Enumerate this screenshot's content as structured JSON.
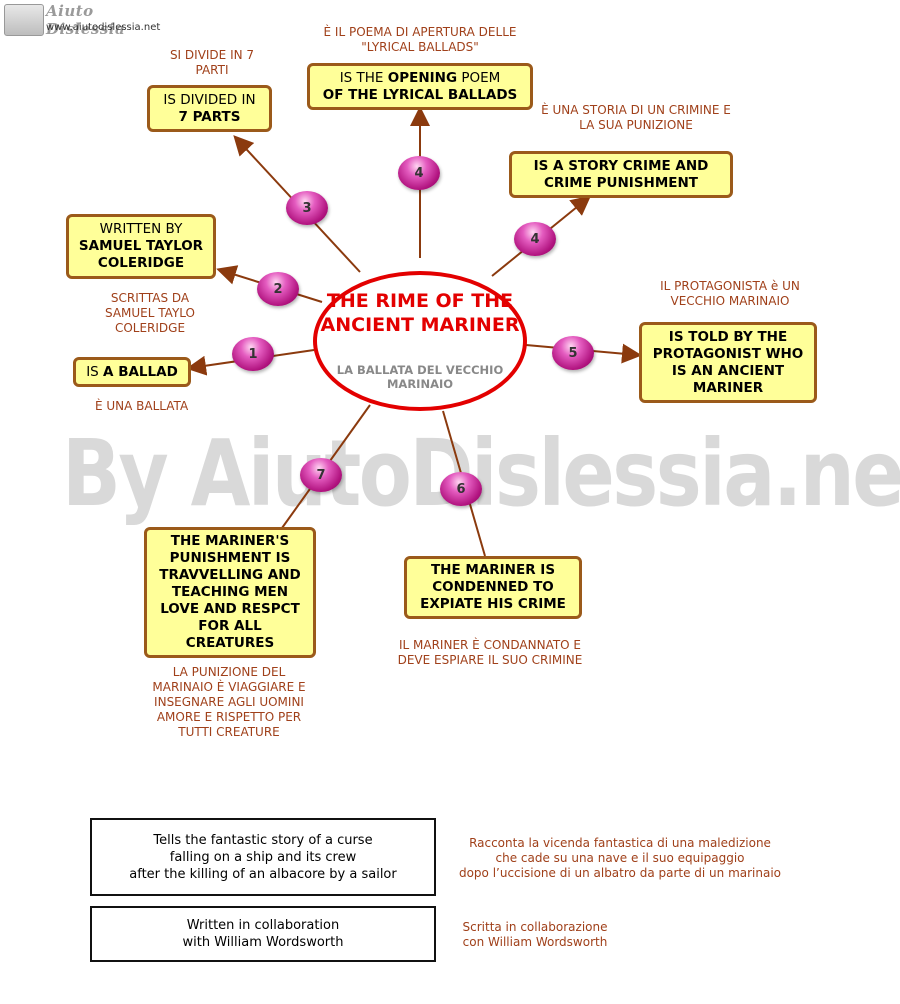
{
  "logo": {
    "title": "Aiuto Dislessia",
    "url": "www.aiutodislessia.net"
  },
  "watermark": "By AiutoDislessia.net",
  "center": {
    "title": "THE RIME OF THE ANCIENT MARINER",
    "subtitle": "LA BALLATA DEL VECCHIO MARINAIO"
  },
  "nodes": [
    {
      "number": "1",
      "text_pre": "IS ",
      "text_bold": "A BALLAD",
      "text_post": "",
      "note": "È UNA BALLATA"
    },
    {
      "number": "2",
      "text_pre": "WRITTEN BY",
      "text_bold": "SAMUEL TAYLOR COLERIDGE",
      "text_post": "",
      "note": "SCRITTAS DA SAMUEL TAYLO COLERIDGE"
    },
    {
      "number": "3",
      "text_pre": "IS DIVIDED IN",
      "text_bold": "7 PARTS",
      "text_post": "",
      "note": "SI DIVIDE IN 7 PARTI"
    },
    {
      "number": "4",
      "text_pre": "IS THE ",
      "text_bold": "OPENING",
      "text_post": " POEM",
      "text_bold2": "OF THE LYRICAL BALLADS",
      "note": "È IL POEMA DI APERTURA DELLE \"LYRICAL BALLADS\""
    },
    {
      "number": "4",
      "text_pre": "",
      "text_bold": "IS A STORY CRIME AND CRIME PUNISHMENT",
      "text_post": "",
      "note": "È UNA STORIA DI UN CRIMINE E LA SUA PUNIZIONE"
    },
    {
      "number": "5",
      "text_pre": "",
      "text_bold": "IS TOLD BY THE PROTAGONIST WHO IS AN ANCIENT MARINER",
      "text_post": "",
      "note": "IL PROTAGONISTA è UN VECCHIO MARINAIO"
    },
    {
      "number": "6",
      "text_pre": "",
      "text_bold": "THE MARINER IS CONDENNED TO EXPIATE HIS CRIME",
      "text_post": "",
      "note": "IL MARINER È CONDANNATO E DEVE ESPIARE IL SUO CRIMINE"
    },
    {
      "number": "7",
      "text_pre": "",
      "text_bold": "THE MARINER'S PUNISHMENT IS TRAVVELLING AND TEACHING MEN LOVE AND RESPCT FOR ALL CREATURES",
      "text_post": "",
      "note": "LA PUNIZIONE DEL MARINAIO È VIAGGIARE E INSEGNARE AGLI UOMINI AMORE E RISPETTO PER TUTTI CREATURE"
    }
  ],
  "footer": [
    {
      "en": "Tells the fantastic story of a curse\nfalling on a ship and its crew\nafter the killing of an albacore by a sailor",
      "it": "Racconta la vicenda fantastica di una maledizione\nche cade su una nave e il suo equipaggio\ndopo l’uccisione di un albatro da parte di un marinaio"
    },
    {
      "en": "Written in collaboration\nwith William Wordsworth",
      "it": "Scritta in collaborazione\ncon William Wordsworth"
    }
  ],
  "colors": {
    "box_fill": "#ffff99",
    "box_border": "#9b5a1a",
    "center_border": "#e30000",
    "note_text": "#a0401a",
    "ball": "#c0188c"
  }
}
